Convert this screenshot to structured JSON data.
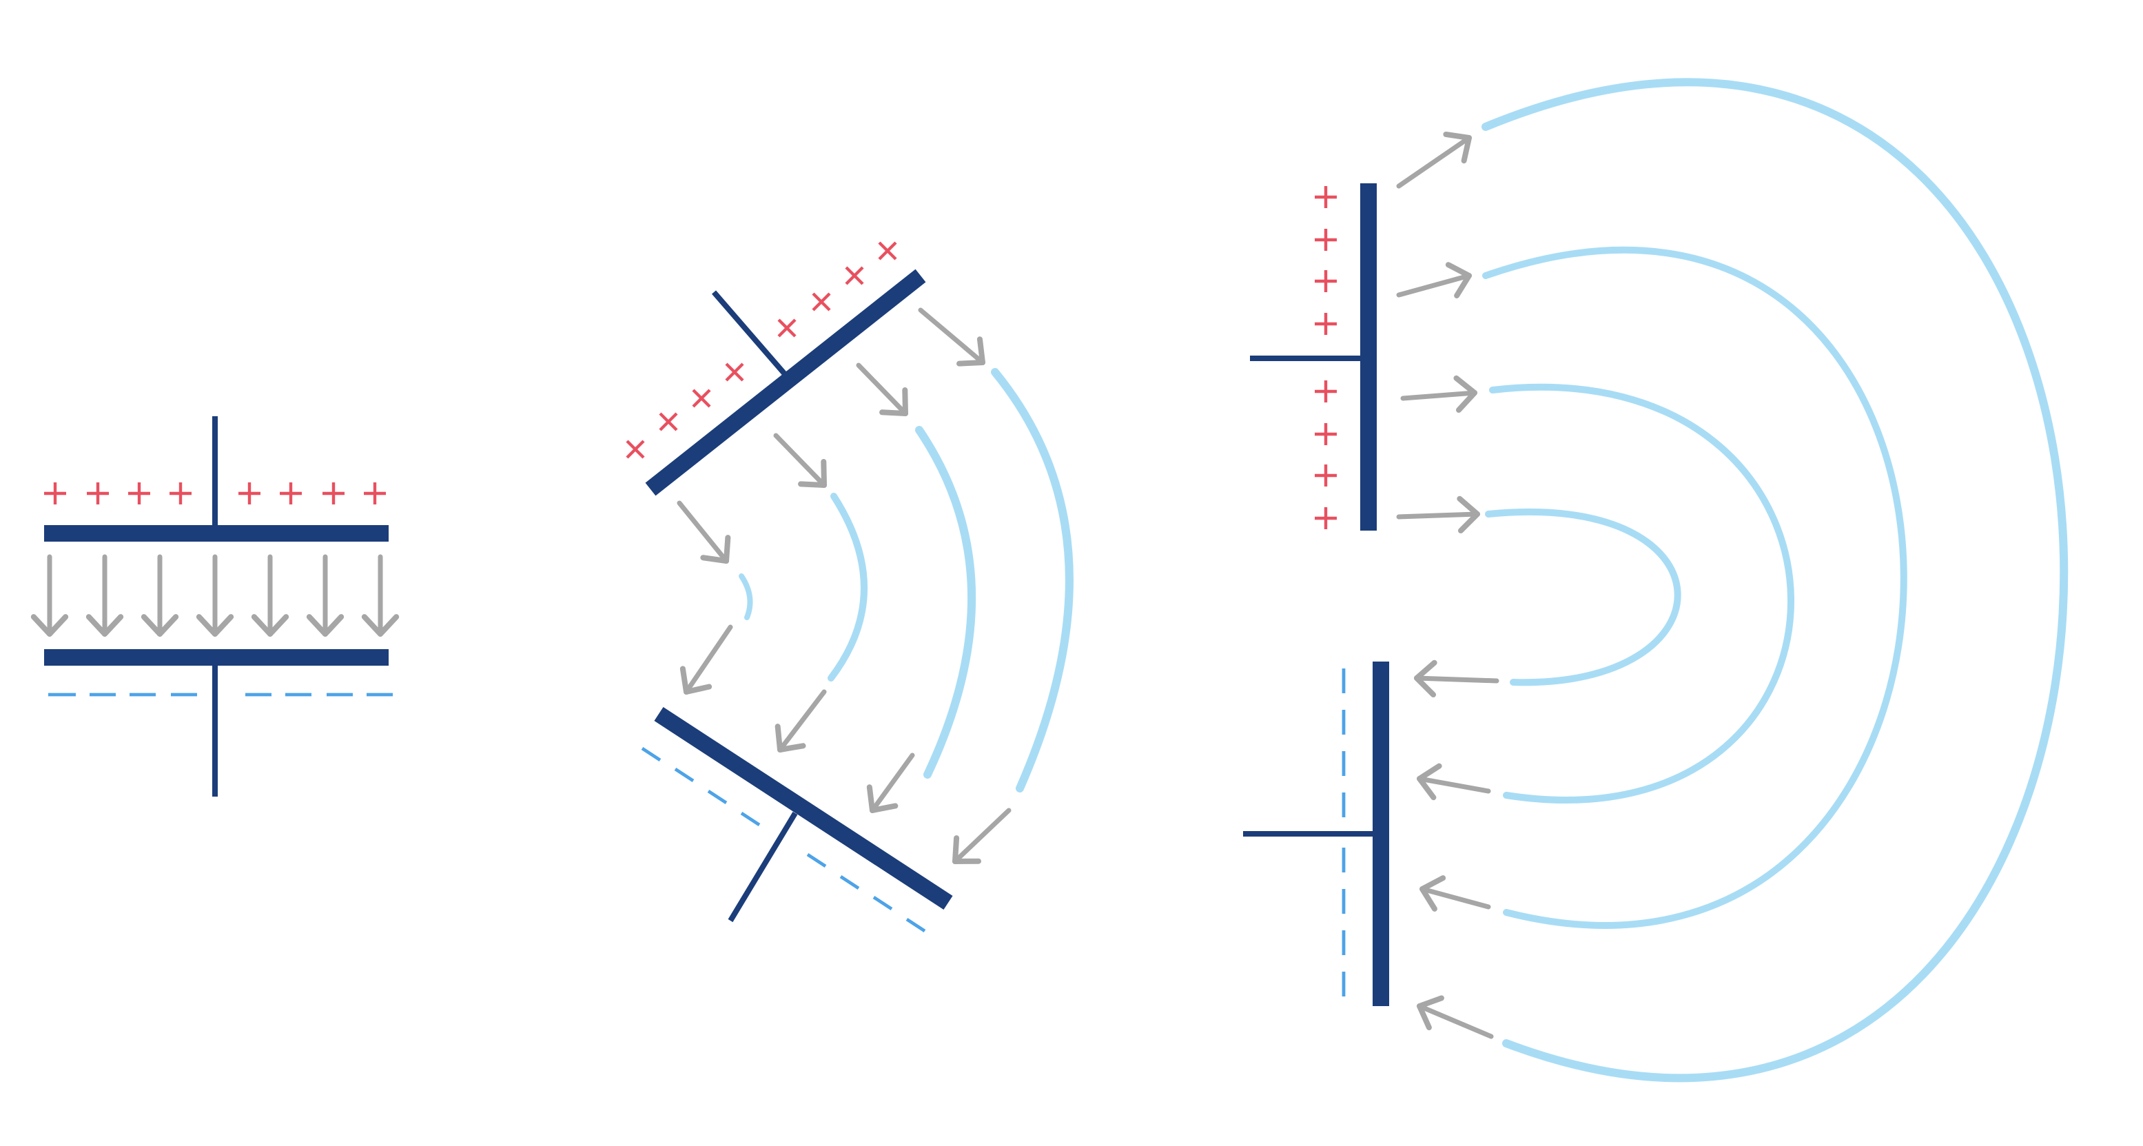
{
  "colors": {
    "plate": "#1b3d7a",
    "positive_charge": "#e8505f",
    "negative_charge": "#4da3e8",
    "field_arrow": "#a6a6a6",
    "field_line": "#a8dcf5",
    "background": "#ffffff"
  },
  "panels": [
    {
      "name": "parallel-plate-capacitor",
      "charges_positive_symbol": "plus",
      "charges_negative_symbol": "dash"
    },
    {
      "name": "angled-plate-capacitor",
      "charges_positive_symbol": "cross",
      "charges_negative_symbol": "dash"
    },
    {
      "name": "coplanar-plate-capacitor",
      "charges_positive_symbol": "plus",
      "charges_negative_symbol": "dash"
    }
  ]
}
